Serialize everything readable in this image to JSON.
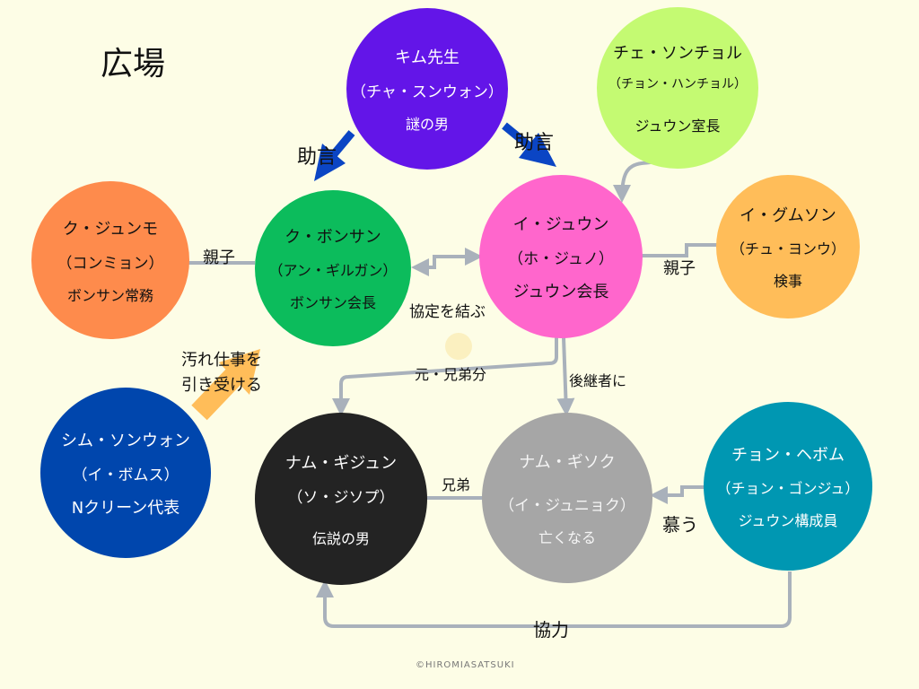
{
  "title": "広場",
  "copyright": "©HIROMIASATSUKI",
  "nodes": {
    "kim": {
      "lines": [
        "キム先生",
        "（チャ・スンウォン）",
        "謎の男"
      ],
      "color": "#6315e8"
    },
    "che": {
      "lines": [
        "チェ・ソンチョル",
        "（チョン・ハンチョル）",
        "ジュウン室長"
      ],
      "color": "#c4fa72"
    },
    "kujunmo": {
      "lines": [
        "ク・ジュンモ",
        "（コンミョン）",
        "ボンサン常務"
      ],
      "color": "#fe8b4c"
    },
    "kubonsan": {
      "lines": [
        "ク・ボンサン",
        "（アン・ギルガン）",
        "ボンサン会長"
      ],
      "color": "#0cbc5c"
    },
    "ijuun": {
      "lines": [
        "イ・ジュウン",
        "（ホ・ジュノ）",
        "ジュウン会長"
      ],
      "color": "#ff66cc"
    },
    "igumson": {
      "lines": [
        "イ・グムソン",
        "（チュ・ヨンウ）",
        "検事"
      ],
      "color": "#ffbd59"
    },
    "shim": {
      "lines": [
        "シム・ソンウォン",
        "（イ・ボムス）",
        "Nクリーン代表"
      ],
      "color": "#0046ad"
    },
    "namgijun": {
      "lines": [
        "ナム・ギジュン",
        "（ソ・ジソプ）",
        "伝説の男"
      ],
      "color": "#232323"
    },
    "namgisok": {
      "lines": [
        "ナム・ギソク",
        "（イ・ジュニョク）",
        "亡くなる"
      ],
      "color": "#a6a6a6"
    },
    "chonhebom": {
      "lines": [
        "チョン・ヘボム",
        "（チョン・ゴンジュ）",
        "ジュウン構成員"
      ],
      "color": "#0097b2"
    }
  },
  "labels": {
    "advice_left": "助言",
    "advice_right": "助言",
    "parent_left": "親子",
    "parent_right": "親子",
    "agreement": "協定を結ぶ",
    "dirty_work_1": "汚れ仕事を",
    "dirty_work_2": "引き受ける",
    "former_brother": "元・兄弟分",
    "successor": "後継者に",
    "brothers": "兄弟",
    "admire": "慕う",
    "cooperate": "協力"
  },
  "colors": {
    "background": "#fdfde6",
    "connector": "#a9b1bb",
    "advice_arrow": "#0b45c4",
    "dirty_work_arrow": "#ffbd59"
  }
}
